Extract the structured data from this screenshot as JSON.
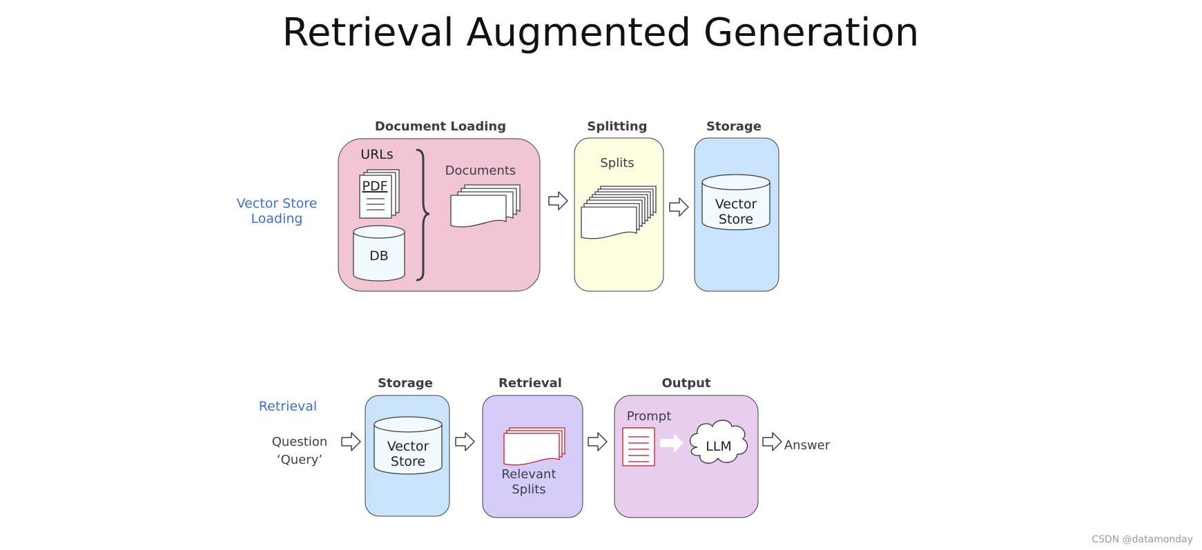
{
  "title": "Retrieval Augmented Generation",
  "loading": {
    "row_label_line1": "Vector Store",
    "row_label_line2": "Loading",
    "document_loading": {
      "heading": "Document Loading",
      "urls": "URLs",
      "pdf": "PDF",
      "db": "DB",
      "documents": "Documents",
      "color": "#f2c5d4"
    },
    "splitting": {
      "heading": "Splitting",
      "splits": "Splits",
      "color": "#fdfde0"
    },
    "storage": {
      "heading": "Storage",
      "line1": "Vector",
      "line2": "Store",
      "color": "#c9e4fa"
    }
  },
  "retrieval_row": {
    "row_label": "Retrieval",
    "question_line1": "Question",
    "question_line2": "‘Query’",
    "storage": {
      "heading": "Storage",
      "line1": "Vector",
      "line2": "Store",
      "color": "#c9e4fa"
    },
    "retrieval": {
      "heading": "Retrieval",
      "line1": "Relevant",
      "line2": "Splits",
      "color": "#d5ccfa"
    },
    "output": {
      "heading": "Output",
      "prompt": "Prompt",
      "llm": "LLM",
      "color": "#e9cdee"
    },
    "answer": "Answer"
  },
  "watermark": "CSDN @datamonday"
}
